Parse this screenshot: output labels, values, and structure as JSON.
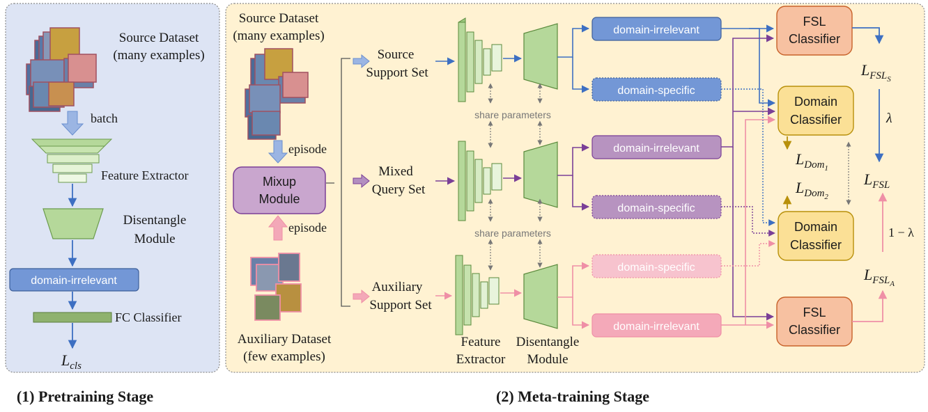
{
  "pretraining": {
    "source_dataset": [
      "Source Dataset",
      "(many examples)"
    ],
    "batch": "batch",
    "feature_extractor": "Feature Extractor",
    "disentangle_module": [
      "Disentangle",
      "Module"
    ],
    "domain_irrelevant": "domain-irrelevant",
    "fc_classifier": "FC Classifier",
    "loss_main": "L",
    "loss_sub": "cls",
    "stage_title": "(1) Pretraining Stage"
  },
  "metatraining": {
    "source_dataset": [
      "Source Dataset",
      "(many examples)"
    ],
    "episode_top": "episode",
    "episode_bottom": "episode",
    "mixup_module": [
      "Mixup",
      "Module"
    ],
    "auxiliary_dataset": [
      "Auxiliary Dataset",
      "(few examples)"
    ],
    "source_support_set": [
      "Source",
      "Support Set"
    ],
    "mixed_query_set": [
      "Mixed",
      "Query Set"
    ],
    "auxiliary_support_set": [
      "Auxiliary",
      "Support Set"
    ],
    "share_parameters": "share parameters",
    "feature_extractor": [
      "Feature",
      "Extractor"
    ],
    "disentangle_module": [
      "Disentangle",
      "Module"
    ],
    "row1": {
      "irrelevant": "domain-irrelevant",
      "specific": "domain-specific"
    },
    "row2": {
      "irrelevant": "domain-irrelevant",
      "specific": "domain-specific"
    },
    "row3": {
      "specific": "domain-specific",
      "irrelevant": "domain-irrelevant"
    },
    "fsl_classifier": [
      "FSL",
      "Classifier"
    ],
    "domain_classifier": [
      "Domain",
      "Classifier"
    ],
    "losses": {
      "L": "L",
      "fsl_s": "FSL",
      "fsl_s_sub": "S",
      "fsl_a": "FSL",
      "fsl_a_sub": "A",
      "dom1": "Dom",
      "dom1_sub": "1",
      "dom2": "Dom",
      "dom2_sub": "2",
      "fsl": "FSL",
      "lambda": "λ",
      "one_minus_lambda": "1 − λ"
    },
    "stage_title": "(2) Meta-training Stage"
  },
  "colors": {
    "blue": "#3d6fc2",
    "purple": "#7a3f97",
    "pink": "#ef8fa6",
    "gold": "#b8900a",
    "panel1": "#dde4f4",
    "panel2": "#fff2d2",
    "green": "#b5d89a"
  }
}
